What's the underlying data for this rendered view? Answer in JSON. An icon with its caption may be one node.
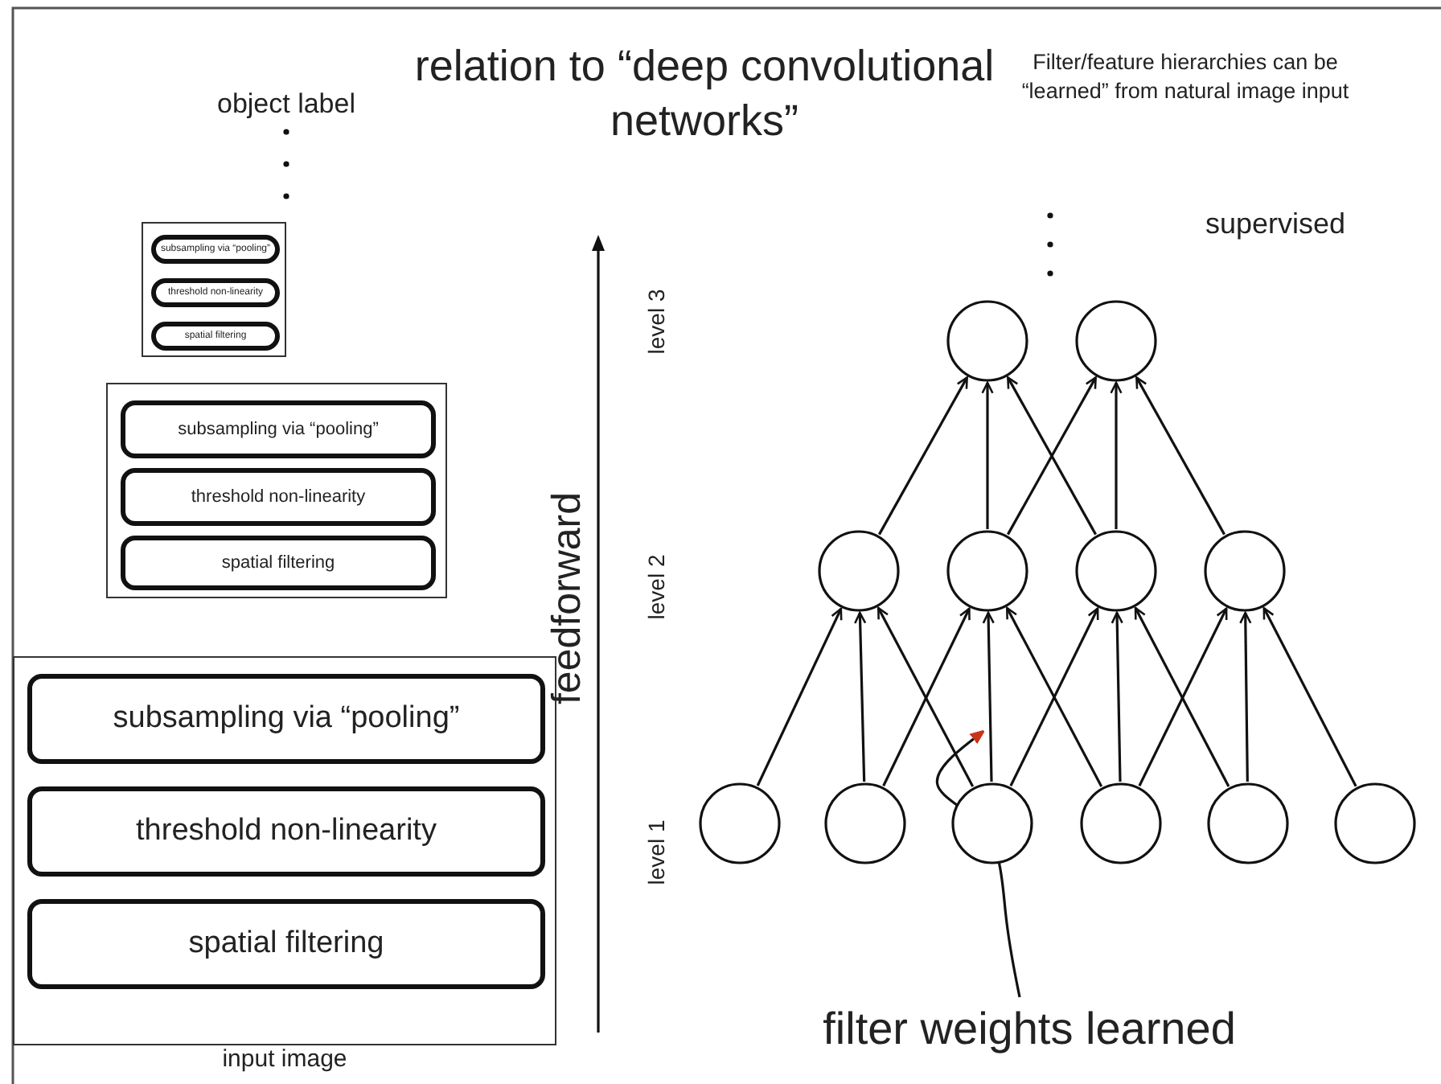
{
  "diagram": {
    "title": "relation to “deep convolutional networks”",
    "nodes": [
      {
        "text": [],
        "shape": "box"
      },
      {
        "text": [
          "subsampling via “pooling”"
        ],
        "in": 0
      },
      {
        "text": [
          "threshold non-linearity"
        ],
        "in": 0
      },
      {
        "text": [
          "spatial filtering"
        ],
        "in": 0
      },
      {
        "text": [],
        "shape": "box"
      },
      {
        "text": [
          "subsampling via “pooling”"
        ],
        "in": 4
      },
      {
        "text": [
          "threshold non-linearity"
        ],
        "in": 4
      },
      {
        "text": [
          "spatial filtering"
        ],
        "in": 4
      },
      {
        "text": [
          "input image"
        ]
      },
      {
        "text": [
          "subsampling via “pooling”"
        ],
        "in": 8
      },
      {
        "text": [
          "threshold non-linearity"
        ],
        "in": 8
      },
      {
        "text": [
          "spatial filtering"
        ],
        "in": 8
      },
      {
        "text": [],
        "shape": "circle"
      },
      {
        "text": [],
        "shape": "circle"
      },
      {
        "text": [],
        "shape": "circle"
      },
      {
        "text": [],
        "shape": "circle"
      },
      {
        "text": [],
        "shape": "circle"
      },
      {
        "text": [],
        "shape": "circle"
      },
      {
        "text": [],
        "shape": "circle"
      },
      {
        "text": [],
        "shape": "circle"
      },
      {
        "text": [],
        "shape": "circle"
      },
      {
        "text": [],
        "shape": "circle"
      },
      {
        "text": [],
        "shape": "circle"
      },
      {
        "text": [],
        "shape": "circle"
      },
      {
        "text": [
          "filter weights learned"
        ]
      }
    ],
    "edges": [
      {
        "from": 18,
        "to": 14,
        "arrow": "to"
      },
      {
        "from": 19,
        "to": 14,
        "arrow": "to"
      },
      {
        "from": 20,
        "to": 14,
        "arrow": "to"
      },
      {
        "from": 19,
        "to": 15,
        "arrow": "to"
      },
      {
        "from": 20,
        "to": 15,
        "arrow": "to"
      },
      {
        "from": 21,
        "to": 15,
        "arrow": "to"
      },
      {
        "from": 20,
        "to": 16,
        "arrow": "to"
      },
      {
        "from": 21,
        "to": 16,
        "arrow": "to"
      },
      {
        "from": 22,
        "to": 16,
        "arrow": "to"
      },
      {
        "from": 21,
        "to": 17,
        "arrow": "to"
      },
      {
        "from": 22,
        "to": 17,
        "arrow": "to"
      },
      {
        "from": 23,
        "to": 17,
        "arrow": "to"
      },
      {
        "from": 14,
        "to": 12,
        "arrow": "to"
      },
      {
        "from": 15,
        "to": 12,
        "arrow": "to"
      },
      {
        "from": 16,
        "to": 12,
        "arrow": "to"
      },
      {
        "from": 15,
        "to": 13,
        "arrow": "to"
      },
      {
        "from": 16,
        "to": 13,
        "arrow": "to"
      },
      {
        "from": 17,
        "to": 13,
        "arrow": "to"
      },
      {
        "from": 24,
        "to": null,
        "arrow": "to"
      }
    ],
    "labels": [
      "object label",
      "Filter/feature hierarchies can be “learned” from natural image input",
      "supervised",
      "level 3",
      "feedforward",
      "level 2",
      "level 1"
    ]
  }
}
